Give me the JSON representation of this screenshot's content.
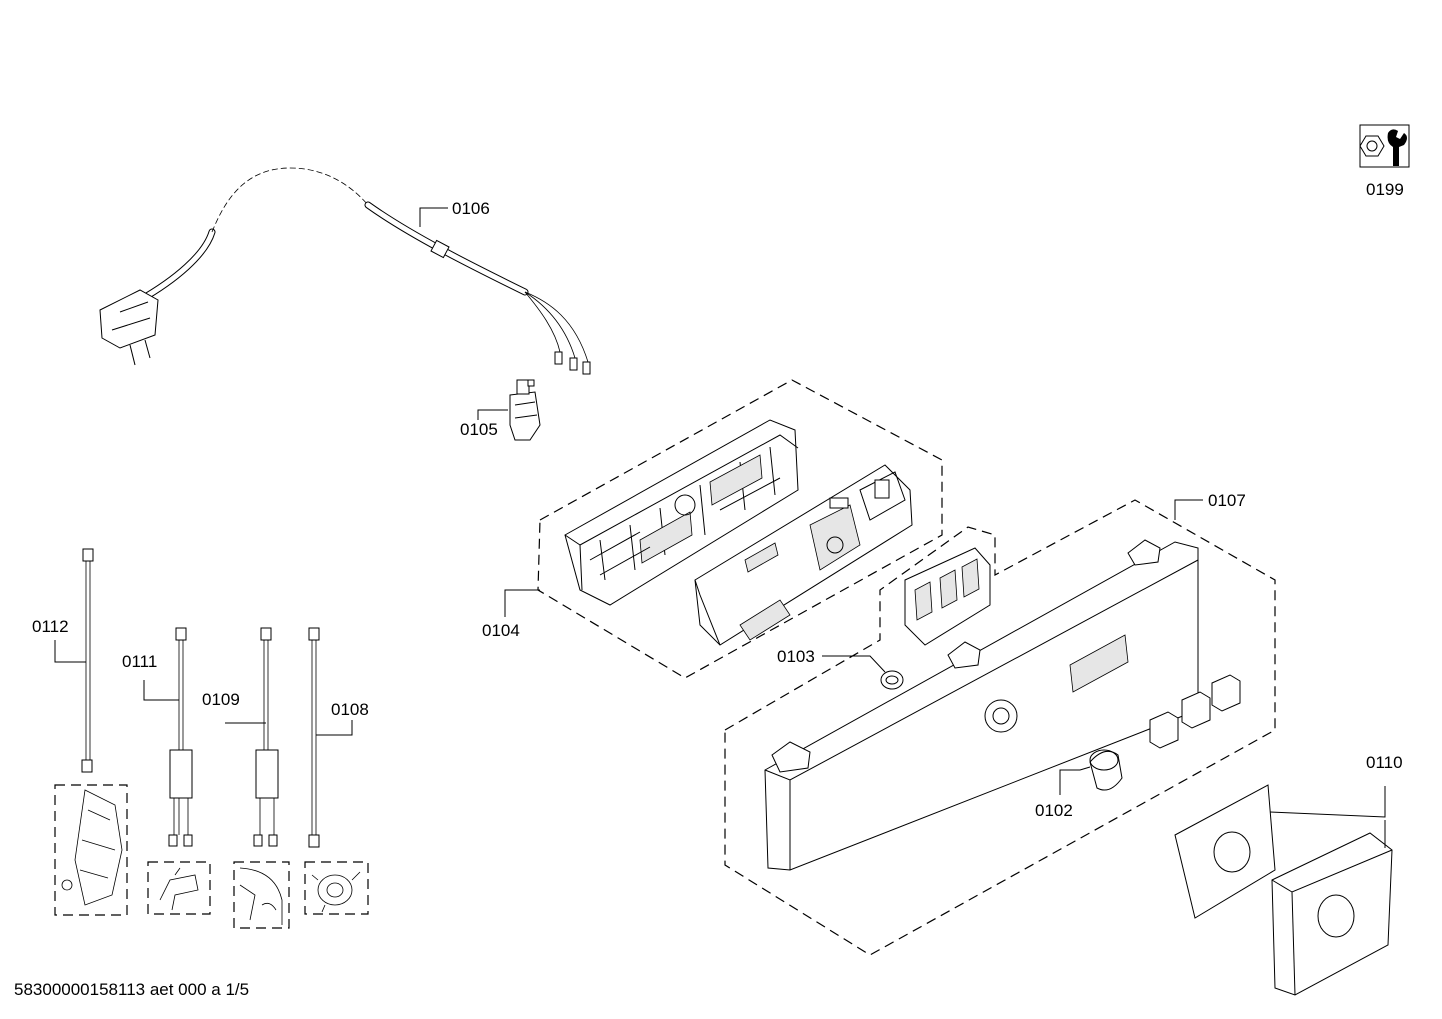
{
  "parts": [
    {
      "id": "p0102",
      "label": "0102"
    },
    {
      "id": "p0103",
      "label": "0103"
    },
    {
      "id": "p0104",
      "label": "0104"
    },
    {
      "id": "p0105",
      "label": "0105"
    },
    {
      "id": "p0106",
      "label": "0106"
    },
    {
      "id": "p0107",
      "label": "0107"
    },
    {
      "id": "p0108",
      "label": "0108"
    },
    {
      "id": "p0109",
      "label": "0109"
    },
    {
      "id": "p0110",
      "label": "0110"
    },
    {
      "id": "p0111",
      "label": "0111"
    },
    {
      "id": "p0112",
      "label": "0112"
    },
    {
      "id": "p0199",
      "label": "0199"
    }
  ],
  "footer": "58300000158113 aet 000 a 1/5"
}
